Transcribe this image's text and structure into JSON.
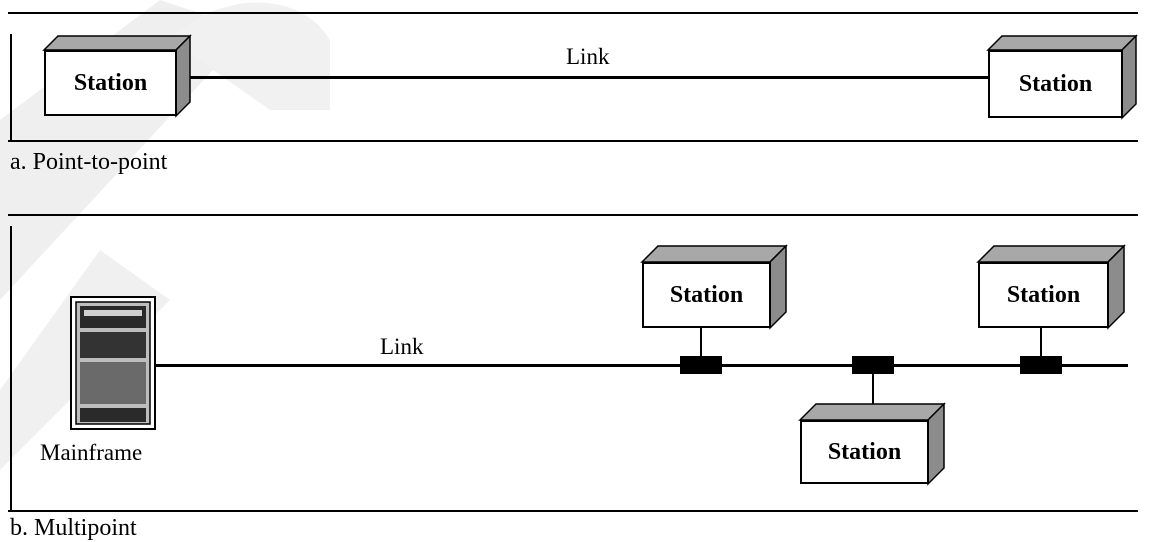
{
  "panel_a": {
    "caption": "a. Point-to-point",
    "link_label": "Link",
    "stations": [
      "Station",
      "Station"
    ]
  },
  "panel_b": {
    "caption": "b. Multipoint",
    "link_label": "Link",
    "mainframe_label": "Mainframe",
    "stations": [
      "Station",
      "Station",
      "Station"
    ]
  },
  "colors": {
    "line": "#000000",
    "box_fill": "#ffffff",
    "shade": "#9a9a9a",
    "watermark": "#e8e8e8"
  }
}
